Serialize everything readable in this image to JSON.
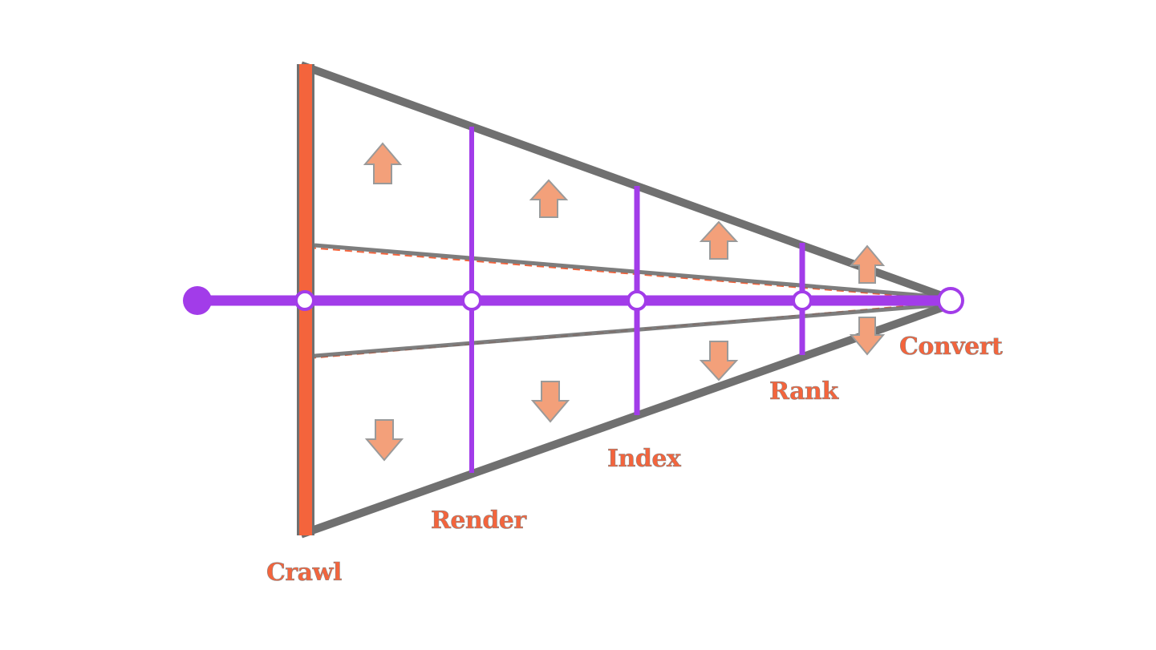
{
  "colors": {
    "funnel_outline": "#707070",
    "flow_line": "#a23ce9",
    "accent_orange": "#f4643c",
    "arrow_fill": "#f3a07a",
    "background": "#ffffff"
  },
  "stages": [
    {
      "label": "Crawl",
      "color": "#f4643c",
      "icon": "node-circle"
    },
    {
      "label": "Render",
      "color": "#a23ce9",
      "icon": "node-circle"
    },
    {
      "label": "Index",
      "color": "#a23ce9",
      "icon": "node-circle"
    },
    {
      "label": "Rank",
      "color": "#a23ce9",
      "icon": "node-circle"
    },
    {
      "label": "Convert",
      "color": "#a23ce9",
      "icon": "end-node-circle"
    }
  ],
  "arrows": {
    "up_icon": "arrow-up-icon",
    "down_icon": "arrow-down-icon"
  }
}
